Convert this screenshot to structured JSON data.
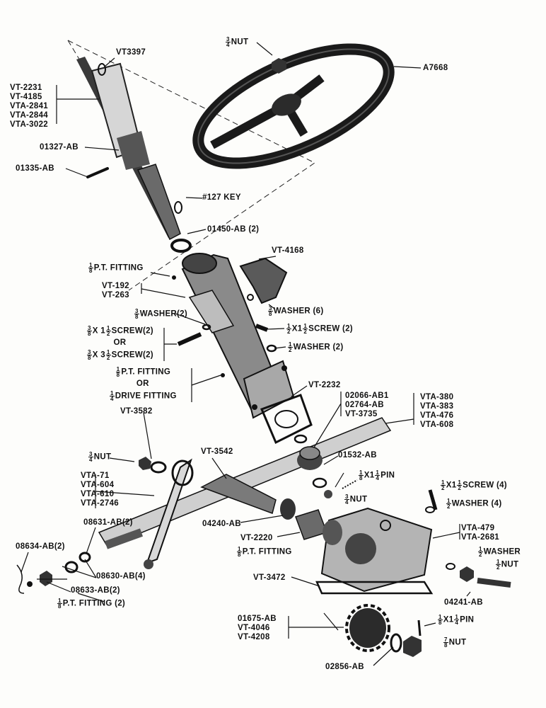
{
  "diagram": {
    "labels": {
      "nut_3_4": "NUT",
      "nut_3_4_num": "3",
      "nut_3_4_den": "4",
      "a7668": "A7668",
      "vt3397": "VT3397",
      "shaft_group": [
        "VT-2231",
        "VT-4185",
        "VTA-2841",
        "VTA-2844",
        "VTA-3022"
      ],
      "p01327": "01327-AB",
      "p01335": "01335-AB",
      "key127": "#127 KEY",
      "p01450": "01450-AB (2)",
      "vt4168": "VT-4168",
      "pt_fitting_1": "P.T. FITTING",
      "frac_1_8": {
        "num": "1",
        "den": "8"
      },
      "frac_3_8": {
        "num": "3",
        "den": "8"
      },
      "frac_1_2": {
        "num": "1",
        "den": "2"
      },
      "frac_1_4": {
        "num": "1",
        "den": "4"
      },
      "frac_7_8": {
        "num": "7",
        "den": "8"
      },
      "frac_3_4": {
        "num": "3",
        "den": "4"
      },
      "housing_group": [
        "VT-192",
        "VT-263"
      ],
      "washer_6": "WASHER (6)",
      "washer2_a": "WASHER(2)",
      "screw_1_2_x": "X1",
      "screw_1_2_tail": "SCREW (2)",
      "washer_1_2_2": "WASHER (2)",
      "screw_3_8_a": "X 1",
      "screw_3_8_a_tail": "SCREW(2)",
      "or": "OR",
      "screw_3_8_b": "X 3",
      "screw_3_8_b_tail": "SCREW(2)",
      "pt_fitting_2": "P.T. FITTING",
      "drive_fitting": "DRIVE FITTING",
      "vt2232": "VT-2232",
      "bearing_group": [
        "02066-AB1",
        "02764-AB",
        "VT-3735"
      ],
      "vta_group_1": [
        "VTA-380",
        "VTA-383",
        "VTA-476",
        "VTA-608"
      ],
      "vt3582": "VT-3582",
      "nut_a": "NUT",
      "vt3542": "VT-3542",
      "p01532": "01532-AB",
      "pin_a": "X1",
      "pin_a_tail": "PIN",
      "nut_b": "NUT",
      "screw_4": "X1",
      "screw_4_tail": "SCREW (4)",
      "washer_4": "WASHER (4)",
      "arm_group": [
        "VTA-71",
        "VTA-604",
        "VTA-610",
        "VTA-2746"
      ],
      "p08631": "08631-AB(2)",
      "p04240": "04240-AB",
      "vt2220": "VT-2220",
      "pt_fitting_3": "P.T. FITTING",
      "gearbox_group": [
        "VTA-479",
        "VTA-2681"
      ],
      "washer_c": "WASHER",
      "nut_c": "NUT",
      "p08634": "08634-AB(2)",
      "p08630": "08630-AB(4)",
      "p08633": "08633-AB(2)",
      "pt_fitting_4": "P.T. FITTING (2)",
      "vt3472": "VT-3472",
      "p04241": "04241-AB",
      "gear_group": [
        "01675-AB",
        "VT-4046",
        "VT-4208"
      ],
      "pin_b": "X1",
      "pin_b_tail": "PIN",
      "nut_d": "NUT",
      "p02856": "02856-AB"
    }
  }
}
